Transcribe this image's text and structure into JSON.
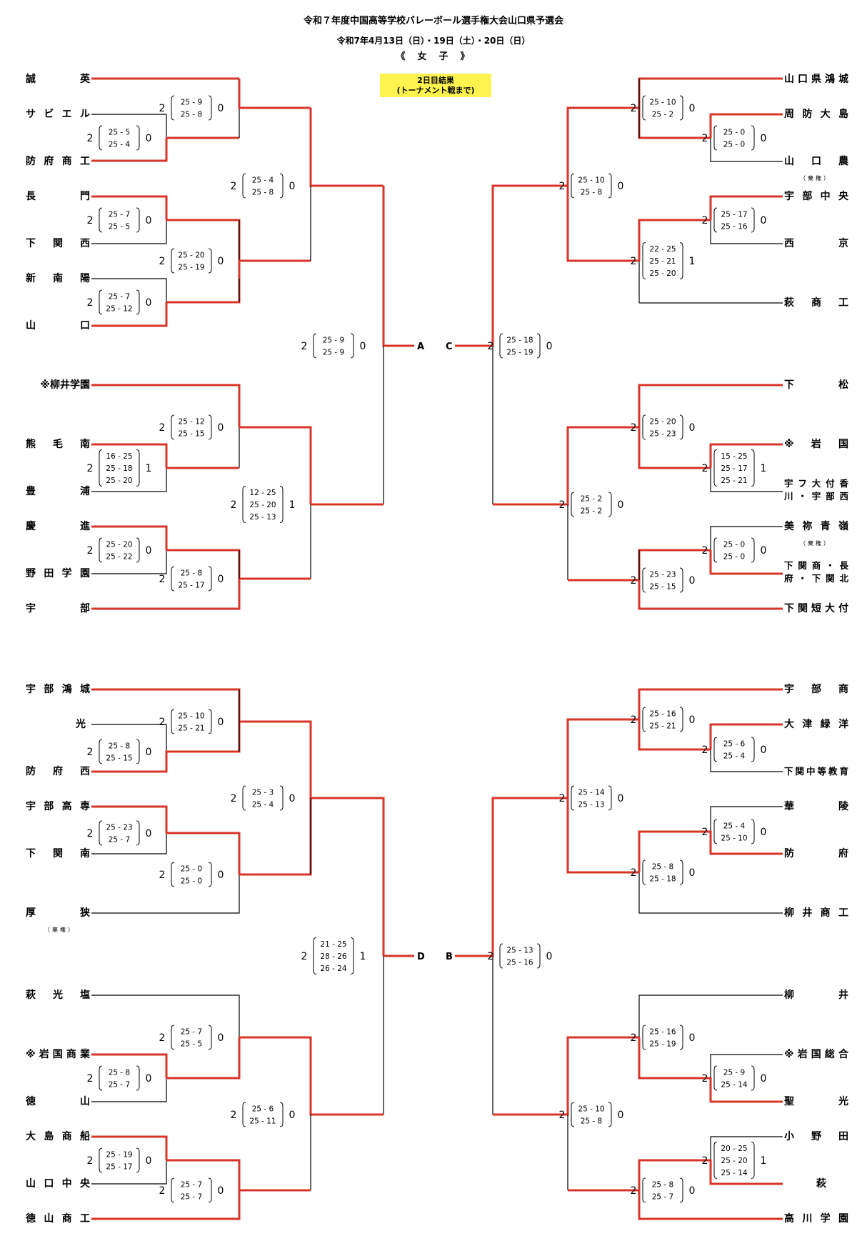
{
  "header": {
    "title": "令和７年度中国高等学校バレーボール選手権大会山口県予選会",
    "dates": "令和7年4月13日（日）・19日（土）・20日（日）",
    "category": "《　女　子　》",
    "result_note_1": "2日目結果",
    "result_note_2": "(トーナメント戦まで)"
  },
  "teams_left_top": [
    "誠英",
    "サビエル",
    "防府商工",
    "長門",
    "下関西",
    "新南陽",
    "山口",
    "※柳井学園",
    "熊毛南",
    "豊浦",
    "慶進",
    "野田学園",
    "宇部"
  ],
  "teams_right_top": [
    "山口県鴻城",
    "周防大島",
    "山口農",
    "宇部中央",
    "西京",
    "萩商工",
    "下松",
    "※岩国",
    "宇フ大付香",
    "川・宇部西",
    "美祢青嶺",
    "下関商・長",
    "府・下関北",
    "下関短大付"
  ],
  "teams_left_bottom": [
    "宇部鴻城",
    "光",
    "防府西",
    "宇部高専",
    "下関南",
    "厚狭",
    "萩光塩",
    "※岩国商業",
    "徳山",
    "大島商船",
    "山口中央",
    "徳山商工"
  ],
  "teams_right_bottom": [
    "宇部商",
    "大津緑洋",
    "下関中等教育",
    "華陵",
    "防府",
    "柳井商工",
    "柳井",
    "※岩国総合",
    "聖光",
    "小野田",
    "萩",
    "高川学園"
  ],
  "notes": {
    "forfeit": "（棄権）"
  },
  "zones": {
    "A": "A",
    "C": "C",
    "D": "D",
    "B": "B"
  },
  "matches": [
    {
      "wl": "2",
      "sets": [
        "25 - 9",
        "25 - 8"
      ],
      "wr": "0"
    },
    {
      "wl": "2",
      "sets": [
        "25 - 5",
        "25 - 4"
      ],
      "wr": "0"
    },
    {
      "wl": "2",
      "sets": [
        "25 - 4",
        "25 - 8"
      ],
      "wr": "0"
    },
    {
      "wl": "2",
      "sets": [
        "25 - 7",
        "25 - 5"
      ],
      "wr": "0"
    },
    {
      "wl": "2",
      "sets": [
        "25 - 20",
        "25 - 19"
      ],
      "wr": "0"
    },
    {
      "wl": "2",
      "sets": [
        "25 - 7",
        "25 - 12"
      ],
      "wr": "0"
    },
    {
      "wl": "2",
      "sets": [
        "25 - 9",
        "25 - 9"
      ],
      "wr": "0"
    },
    {
      "wl": "2",
      "sets": [
        "25 - 12",
        "25 - 15"
      ],
      "wr": "0"
    },
    {
      "wl": "2",
      "sets": [
        "16 - 25",
        "25 - 18",
        "25 - 20"
      ],
      "wr": "1"
    },
    {
      "wl": "2",
      "sets": [
        "12 - 25",
        "25 - 20",
        "25 - 13"
      ],
      "wr": "1"
    },
    {
      "wl": "2",
      "sets": [
        "25 - 20",
        "25 - 22"
      ],
      "wr": "0"
    },
    {
      "wl": "2",
      "sets": [
        "25 - 8",
        "25 - 17"
      ],
      "wr": "0"
    },
    {
      "wl": "2",
      "sets": [
        "25 - 10",
        "25 - 2"
      ],
      "wr": "0"
    },
    {
      "wl": "2",
      "sets": [
        "25 - 0",
        "25 - 0"
      ],
      "wr": "0"
    },
    {
      "wl": "2",
      "sets": [
        "25 - 10",
        "25 - 8"
      ],
      "wr": "0"
    },
    {
      "wl": "2",
      "sets": [
        "25 - 17",
        "25 - 16"
      ],
      "wr": "0"
    },
    {
      "wl": "2",
      "sets": [
        "22 - 25",
        "25 - 21",
        "25 - 20"
      ],
      "wr": "1"
    },
    {
      "wl": "2",
      "sets": [
        "25 - 18",
        "25 - 19"
      ],
      "wr": "0"
    },
    {
      "wl": "2",
      "sets": [
        "25 - 20",
        "25 - 23"
      ],
      "wr": "0"
    },
    {
      "wl": "2",
      "sets": [
        "15 - 25",
        "25 - 17",
        "25 - 21"
      ],
      "wr": "1"
    },
    {
      "wl": "2",
      "sets": [
        "25 - 2",
        "25 - 2"
      ],
      "wr": "0"
    },
    {
      "wl": "2",
      "sets": [
        "25 - 0",
        "25 - 0"
      ],
      "wr": "0"
    },
    {
      "wl": "2",
      "sets": [
        "25 - 23",
        "25 - 15"
      ],
      "wr": "0"
    },
    {
      "wl": "2",
      "sets": [
        "25 - 10",
        "25 - 21"
      ],
      "wr": "0"
    },
    {
      "wl": "2",
      "sets": [
        "25 - 8",
        "25 - 15"
      ],
      "wr": "0"
    },
    {
      "wl": "2",
      "sets": [
        "25 - 3",
        "25 - 4"
      ],
      "wr": "0"
    },
    {
      "wl": "2",
      "sets": [
        "25 - 23",
        "25 - 7"
      ],
      "wr": "0"
    },
    {
      "wl": "2",
      "sets": [
        "25 - 0",
        "25 - 0"
      ],
      "wr": "0"
    },
    {
      "wl": "2",
      "sets": [
        "21 - 25",
        "28 - 26",
        "26 - 24"
      ],
      "wr": "1"
    },
    {
      "wl": "2",
      "sets": [
        "25 - 7",
        "25 - 5"
      ],
      "wr": "0"
    },
    {
      "wl": "2",
      "sets": [
        "25 - 8",
        "25 - 7"
      ],
      "wr": "0"
    },
    {
      "wl": "2",
      "sets": [
        "25 - 6",
        "25 - 11"
      ],
      "wr": "0"
    },
    {
      "wl": "2",
      "sets": [
        "25 - 19",
        "25 - 17"
      ],
      "wr": "0"
    },
    {
      "wl": "2",
      "sets": [
        "25 - 7",
        "25 - 7"
      ],
      "wr": "0"
    },
    {
      "wl": "2",
      "sets": [
        "25 - 16",
        "25 - 21"
      ],
      "wr": "0"
    },
    {
      "wl": "2",
      "sets": [
        "25 - 6",
        "25 - 4"
      ],
      "wr": "0"
    },
    {
      "wl": "2",
      "sets": [
        "25 - 14",
        "25 - 13"
      ],
      "wr": "0"
    },
    {
      "wl": "2",
      "sets": [
        "25 - 4",
        "25 - 10"
      ],
      "wr": "0"
    },
    {
      "wl": "2",
      "sets": [
        "25 - 8",
        "25 - 18"
      ],
      "wr": "0"
    },
    {
      "wl": "2",
      "sets": [
        "25 - 13",
        "25 - 16"
      ],
      "wr": "0"
    },
    {
      "wl": "2",
      "sets": [
        "25 - 16",
        "25 - 19"
      ],
      "wr": "0"
    },
    {
      "wl": "2",
      "sets": [
        "25 - 9",
        "25 - 14"
      ],
      "wr": "0"
    },
    {
      "wl": "2",
      "sets": [
        "25 - 10",
        "25 - 8"
      ],
      "wr": "0"
    },
    {
      "wl": "2",
      "sets": [
        "20 - 25",
        "25 - 20",
        "25 - 14"
      ],
      "wr": "1"
    },
    {
      "wl": "2",
      "sets": [
        "25 - 8",
        "25 - 7"
      ],
      "wr": "0"
    }
  ]
}
